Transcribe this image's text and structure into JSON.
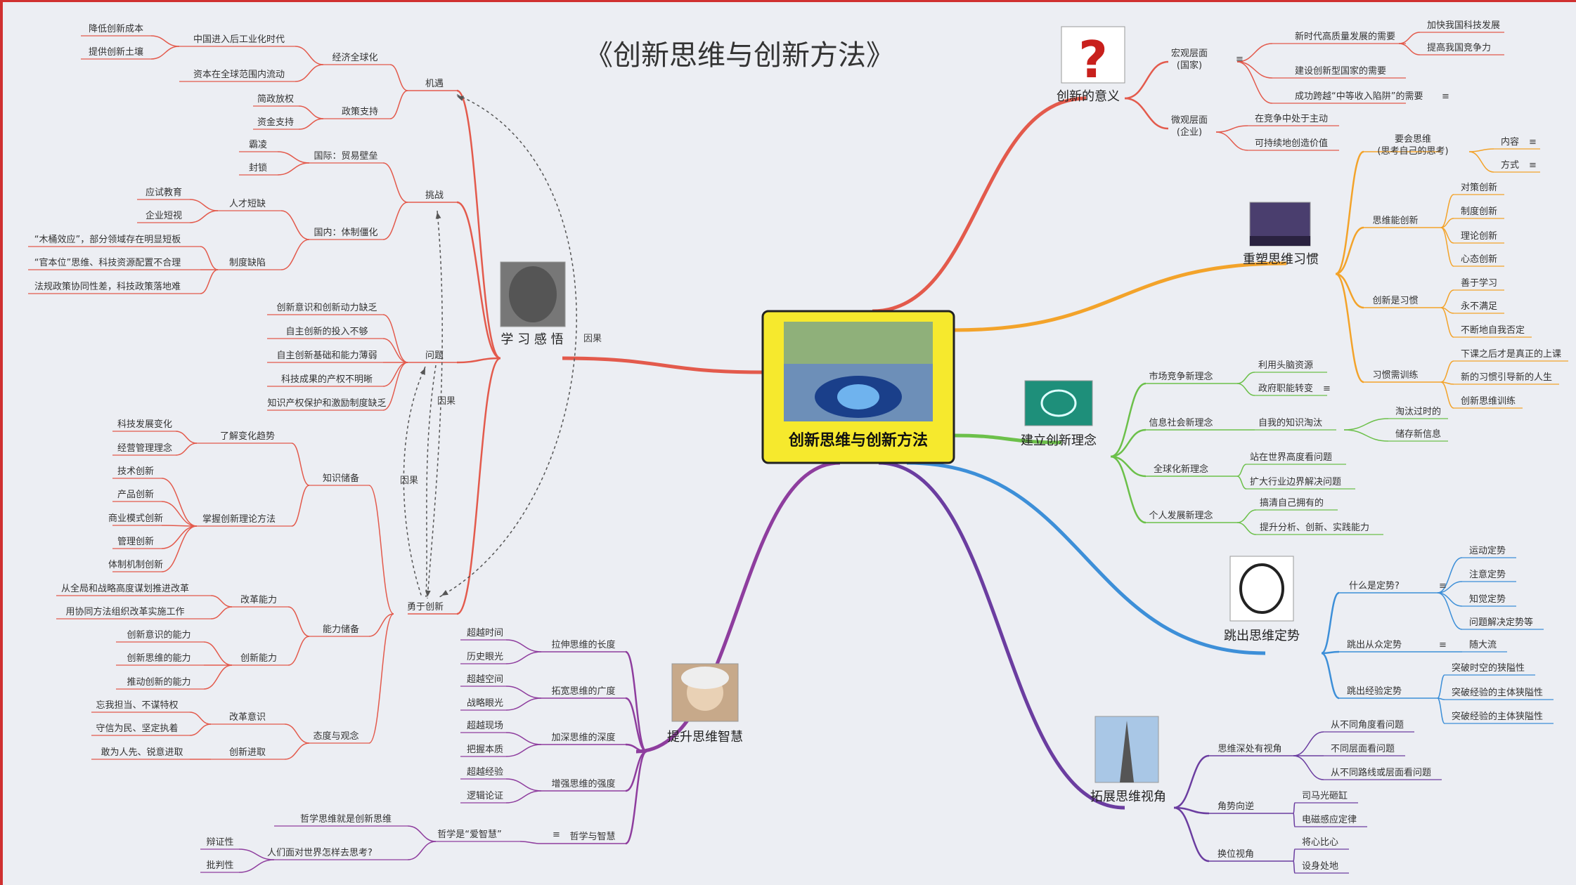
{
  "title": "《创新思维与创新方法》",
  "center": {
    "label": "创新思维与创新方法"
  },
  "colors": {
    "red": "#e35a4c",
    "orange": "#f3a32a",
    "green": "#6cc04a",
    "blue": "#3d8fd8",
    "purple": "#6b3da0",
    "magenta": "#8e3d9e",
    "center_fill": "#f6e92d",
    "bg": "#eceef3",
    "frame": "#d03030"
  },
  "relations": [
    "因果",
    "因果",
    "因果",
    "因果"
  ],
  "note_icon": "≡",
  "branches": {
    "meaning": {
      "label": "创新的意义",
      "icon": "question-mark-figure",
      "children": [
        {
          "label": "宏观层面\n(国家)",
          "note": true,
          "children": [
            {
              "label": "新时代高质量发展的需要",
              "children": [
                {
                  "label": "加快我国科技发展"
                },
                {
                  "label": "提高我国竞争力"
                }
              ]
            },
            {
              "label": "建设创新型国家的需要"
            },
            {
              "label": "成功跨越“中等收入陷阱”的需要",
              "note": true
            }
          ]
        },
        {
          "label": "微观层面\n(企业)",
          "children": [
            {
              "label": "在竞争中处于主动"
            },
            {
              "label": "可持续地创造价值"
            }
          ]
        }
      ]
    },
    "habit": {
      "label": "重塑思维习惯",
      "icon": "starry-sky-photo",
      "children": [
        {
          "label": "要会思维\n(思考自己的思考)",
          "children": [
            {
              "label": "内容",
              "note": true
            },
            {
              "label": "方式",
              "note": true
            }
          ]
        },
        {
          "label": "思维能创新",
          "children": [
            {
              "label": "对策创新"
            },
            {
              "label": "制度创新"
            },
            {
              "label": "理论创新"
            },
            {
              "label": "心态创新"
            }
          ]
        },
        {
          "label": "创新是习惯",
          "children": [
            {
              "label": "善于学习"
            },
            {
              "label": "永不满足"
            },
            {
              "label": "不断地自我否定"
            }
          ]
        },
        {
          "label": "习惯需训练",
          "children": [
            {
              "label": "下课之后才是真正的上课"
            },
            {
              "label": "新的习惯引导新的人生"
            },
            {
              "label": "创新思维训练"
            }
          ]
        }
      ]
    },
    "concept": {
      "label": "建立创新理念",
      "icon": "idea-bulb-image",
      "children": [
        {
          "label": "市场竞争新理念",
          "children": [
            {
              "label": "利用头脑资源"
            },
            {
              "label": "政府职能转变",
              "note": true
            }
          ]
        },
        {
          "label": "信息社会新理念",
          "children": [
            {
              "label": "自我的知识淘汰",
              "children": [
                {
                  "label": "淘汰过时的"
                },
                {
                  "label": "储存新信息"
                }
              ]
            }
          ]
        },
        {
          "label": "全球化新理念",
          "children": [
            {
              "label": "站在世界高度看问题"
            },
            {
              "label": "扩大行业边界解决问题"
            }
          ]
        },
        {
          "label": "个人发展新理念",
          "children": [
            {
              "label": "搞清自己拥有的"
            },
            {
              "label": "提升分析、创新、实践能力"
            }
          ]
        }
      ]
    },
    "mindset": {
      "label": "跳出思维定势",
      "icon": "lion-sketch-image",
      "children": [
        {
          "label": "什么是定势?",
          "note": true,
          "children": [
            {
              "label": "运动定势"
            },
            {
              "label": "注意定势"
            },
            {
              "label": "知觉定势"
            },
            {
              "label": "问题解决定势等"
            }
          ]
        },
        {
          "label": "跳出从众定势",
          "note": true,
          "children": [
            {
              "label": "随大流"
            }
          ]
        },
        {
          "label": "跳出经验定势",
          "children": [
            {
              "label": "突破时空的狭隘性"
            },
            {
              "label": "突破经验的主体狭隘性"
            },
            {
              "label": "突破经验的主体狭隘性"
            }
          ]
        }
      ]
    },
    "perspective": {
      "label": "拓展思维视角",
      "icon": "skyscraper-photo",
      "children": [
        {
          "label": "思维深处有视角",
          "children": [
            {
              "label": "从不同角度看问题"
            },
            {
              "label": "不同层面看问题"
            },
            {
              "label": "从不同路线或层面看问题"
            }
          ]
        },
        {
          "label": "角势向逆",
          "children": [
            {
              "label": "司马光砸缸"
            },
            {
              "label": "电磁感应定律"
            }
          ]
        },
        {
          "label": "换位视角",
          "children": [
            {
              "label": "将心比心"
            },
            {
              "label": "设身处地"
            }
          ]
        }
      ]
    },
    "wisdom": {
      "label": "提升思维智慧",
      "icon": "einstein-photo",
      "children": [
        {
          "label": "拉伸思维的长度",
          "children": [
            {
              "label": "超越时间"
            },
            {
              "label": "历史眼光"
            }
          ]
        },
        {
          "label": "拓宽思维的广度",
          "children": [
            {
              "label": "超越空间"
            },
            {
              "label": "战略眼光"
            }
          ]
        },
        {
          "label": "加深思维的深度",
          "children": [
            {
              "label": "超越现场"
            },
            {
              "label": "把握本质"
            }
          ]
        },
        {
          "label": "增强思维的强度",
          "children": [
            {
              "label": "超越经验"
            },
            {
              "label": "逻辑论证"
            }
          ]
        },
        {
          "label": "哲学与智慧",
          "children": [
            {
              "label": "哲学是“爱智慧”",
              "note": true,
              "children": [
                {
                  "label": "哲学思维就是创新思维"
                },
                {
                  "label": "人们面对世界怎样去思考?",
                  "children": [
                    {
                      "label": "辩证性"
                    },
                    {
                      "label": "批判性"
                    }
                  ]
                }
              ]
            }
          ]
        }
      ]
    },
    "learning": {
      "label": "学 习 感 悟",
      "icon": "gorilla-photo",
      "children": [
        {
          "label": "机遇",
          "children": [
            {
              "label": "经济全球化",
              "children": [
                {
                  "label": "中国进入后工业化时代",
                  "children": [
                    {
                      "label": "降低创新成本"
                    },
                    {
                      "label": "提供创新土壤"
                    }
                  ]
                },
                {
                  "label": "资本在全球范围内流动"
                }
              ]
            },
            {
              "label": "政策支持",
              "children": [
                {
                  "label": "简政放权"
                },
                {
                  "label": "资金支持"
                }
              ]
            }
          ]
        },
        {
          "label": "挑战",
          "children": [
            {
              "label": "国际：贸易壁垒",
              "children": [
                {
                  "label": "霸凌"
                },
                {
                  "label": "封锁"
                }
              ]
            },
            {
              "label": "国内：体制僵化",
              "children": [
                {
                  "label": "人才短缺",
                  "children": [
                    {
                      "label": "应试教育"
                    },
                    {
                      "label": "企业短视"
                    }
                  ]
                },
                {
                  "label": "制度缺陷",
                  "children": [
                    {
                      "label": "“木桶效应”，部分领域存在明显短板"
                    },
                    {
                      "label": "“官本位”思维、科技资源配置不合理"
                    },
                    {
                      "label": "法规政策协同性差，科技政策落地难"
                    }
                  ]
                }
              ]
            }
          ]
        },
        {
          "label": "问题",
          "children": [
            {
              "label": "创新意识和创新动力缺乏"
            },
            {
              "label": "自主创新的投入不够"
            },
            {
              "label": "自主创新基础和能力薄弱"
            },
            {
              "label": "科技成果的产权不明晰"
            },
            {
              "label": "知识产权保护和激励制度缺乏"
            }
          ]
        },
        {
          "label": "勇于创新",
          "children": [
            {
              "label": "知识储备",
              "children": [
                {
                  "label": "了解变化趋势",
                  "children": [
                    {
                      "label": "科技发展变化"
                    },
                    {
                      "label": "经营管理理念"
                    }
                  ]
                },
                {
                  "label": "掌握创新理论方法",
                  "children": [
                    {
                      "label": "技术创新"
                    },
                    {
                      "label": "产品创新"
                    },
                    {
                      "label": "商业模式创新"
                    },
                    {
                      "label": "管理创新"
                    },
                    {
                      "label": "体制机制创新"
                    }
                  ]
                }
              ]
            },
            {
              "label": "能力储备",
              "children": [
                {
                  "label": "改革能力",
                  "children": [
                    {
                      "label": "从全局和战略高度谋划推进改革"
                    },
                    {
                      "label": "用协同方法组织改革实施工作"
                    }
                  ]
                },
                {
                  "label": "创新能力",
                  "children": [
                    {
                      "label": "创新意识的能力"
                    },
                    {
                      "label": "创新思维的能力"
                    },
                    {
                      "label": "推动创新的能力"
                    }
                  ]
                }
              ]
            },
            {
              "label": "态度与观念",
              "children": [
                {
                  "label": "改革意识",
                  "children": [
                    {
                      "label": "忘我担当、不谋特权"
                    },
                    {
                      "label": "守信为民、坚定执着"
                    }
                  ]
                },
                {
                  "label": "创新进取",
                  "children": [
                    {
                      "label": "敢为人先、锐意进取"
                    }
                  ]
                }
              ]
            }
          ]
        }
      ]
    }
  }
}
